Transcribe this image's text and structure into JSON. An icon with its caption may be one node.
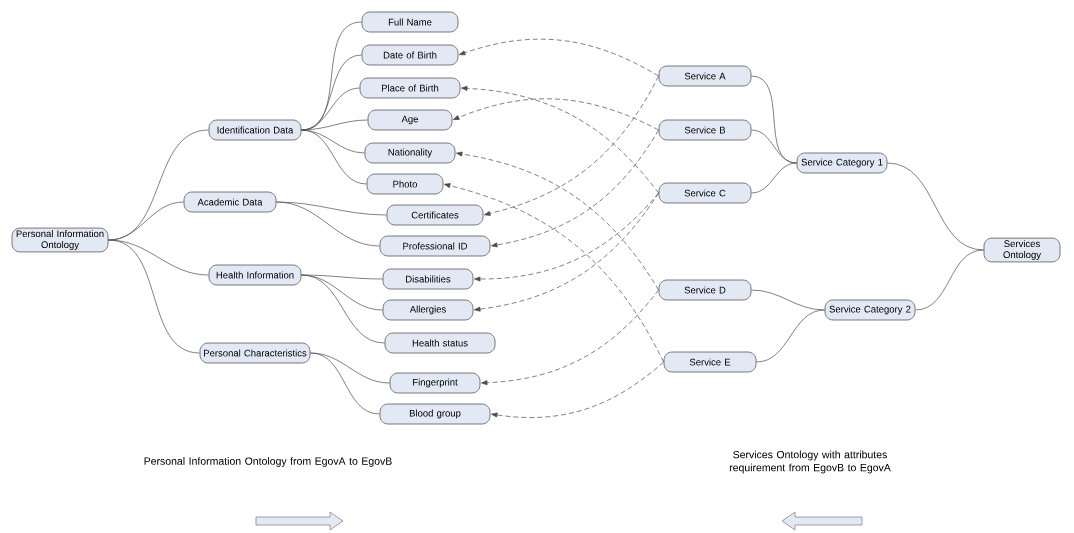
{
  "diagram": {
    "nodes": [
      {
        "text": [
          "Personal Information Ontology"
        ]
      },
      {
        "text": [
          "Identification Data"
        ]
      },
      {
        "text": [
          "Academic Data"
        ]
      },
      {
        "text": [
          "Health Information"
        ]
      },
      {
        "text": [
          "Personal Characteristics"
        ]
      },
      {
        "text": [
          "Full Name"
        ]
      },
      {
        "text": [
          "Date of Birth"
        ]
      },
      {
        "text": [
          "Place of Birth"
        ]
      },
      {
        "text": [
          "Age"
        ]
      },
      {
        "text": [
          "Nationality"
        ]
      },
      {
        "text": [
          "Photo"
        ]
      },
      {
        "text": [
          "Certificates"
        ]
      },
      {
        "text": [
          "Professional ID"
        ]
      },
      {
        "text": [
          "Disabilities"
        ]
      },
      {
        "text": [
          "Allergies"
        ]
      },
      {
        "text": [
          "Health status"
        ]
      },
      {
        "text": [
          "Fingerprint"
        ]
      },
      {
        "text": [
          "Blood group"
        ]
      },
      {
        "text": [
          "Service A"
        ]
      },
      {
        "text": [
          "Service B"
        ]
      },
      {
        "text": [
          "Service C"
        ]
      },
      {
        "text": [
          "Service D"
        ]
      },
      {
        "text": [
          "Service E"
        ]
      },
      {
        "text": [
          "Service Category 1"
        ]
      },
      {
        "text": [
          "Service Category 2"
        ]
      },
      {
        "text": [
          "Services Ontology"
        ]
      }
    ],
    "edges": [
      {
        "from": 0,
        "to": 1,
        "arrow": "none"
      },
      {
        "from": 0,
        "to": 2,
        "arrow": "none"
      },
      {
        "from": 0,
        "to": 3,
        "arrow": "none"
      },
      {
        "from": 0,
        "to": 4,
        "arrow": "none"
      },
      {
        "from": 1,
        "to": 5,
        "arrow": "none"
      },
      {
        "from": 1,
        "to": 6,
        "arrow": "none"
      },
      {
        "from": 1,
        "to": 7,
        "arrow": "none"
      },
      {
        "from": 1,
        "to": 8,
        "arrow": "none"
      },
      {
        "from": 1,
        "to": 9,
        "arrow": "none"
      },
      {
        "from": 1,
        "to": 10,
        "arrow": "none"
      },
      {
        "from": 2,
        "to": 11,
        "arrow": "none"
      },
      {
        "from": 2,
        "to": 12,
        "arrow": "none"
      },
      {
        "from": 3,
        "to": 13,
        "arrow": "none"
      },
      {
        "from": 3,
        "to": 14,
        "arrow": "none"
      },
      {
        "from": 3,
        "to": 15,
        "arrow": "none"
      },
      {
        "from": 4,
        "to": 16,
        "arrow": "none"
      },
      {
        "from": 4,
        "to": 17,
        "arrow": "none"
      },
      {
        "from": 25,
        "to": 23,
        "arrow": "none"
      },
      {
        "from": 25,
        "to": 24,
        "arrow": "none"
      },
      {
        "from": 23,
        "to": 18,
        "arrow": "none"
      },
      {
        "from": 23,
        "to": 19,
        "arrow": "none"
      },
      {
        "from": 23,
        "to": 20,
        "arrow": "none"
      },
      {
        "from": 24,
        "to": 21,
        "arrow": "none"
      },
      {
        "from": 24,
        "to": 22,
        "arrow": "none"
      },
      {
        "from": 18,
        "to": 6,
        "arrow": "to",
        "style": "dashed"
      },
      {
        "from": 18,
        "to": 11,
        "arrow": "to",
        "style": "dashed"
      },
      {
        "from": 19,
        "to": 8,
        "arrow": "to",
        "style": "dashed"
      },
      {
        "from": 19,
        "to": 12,
        "arrow": "to",
        "style": "dashed"
      },
      {
        "from": 20,
        "to": 7,
        "arrow": "to",
        "style": "dashed"
      },
      {
        "from": 20,
        "to": 13,
        "arrow": "to",
        "style": "dashed"
      },
      {
        "from": 20,
        "to": 14,
        "arrow": "to",
        "style": "dashed"
      },
      {
        "from": 21,
        "to": 9,
        "arrow": "to",
        "style": "dashed"
      },
      {
        "from": 21,
        "to": 16,
        "arrow": "to",
        "style": "dashed"
      },
      {
        "from": 22,
        "to": 10,
        "arrow": "to",
        "style": "dashed"
      },
      {
        "from": 22,
        "to": 17,
        "arrow": "to",
        "style": "dashed"
      }
    ],
    "labels": [
      "Personal Information Ontology from EgovA to EgovB",
      "Services Ontology with attributes requirement from EgovB to EgovA"
    ]
  }
}
